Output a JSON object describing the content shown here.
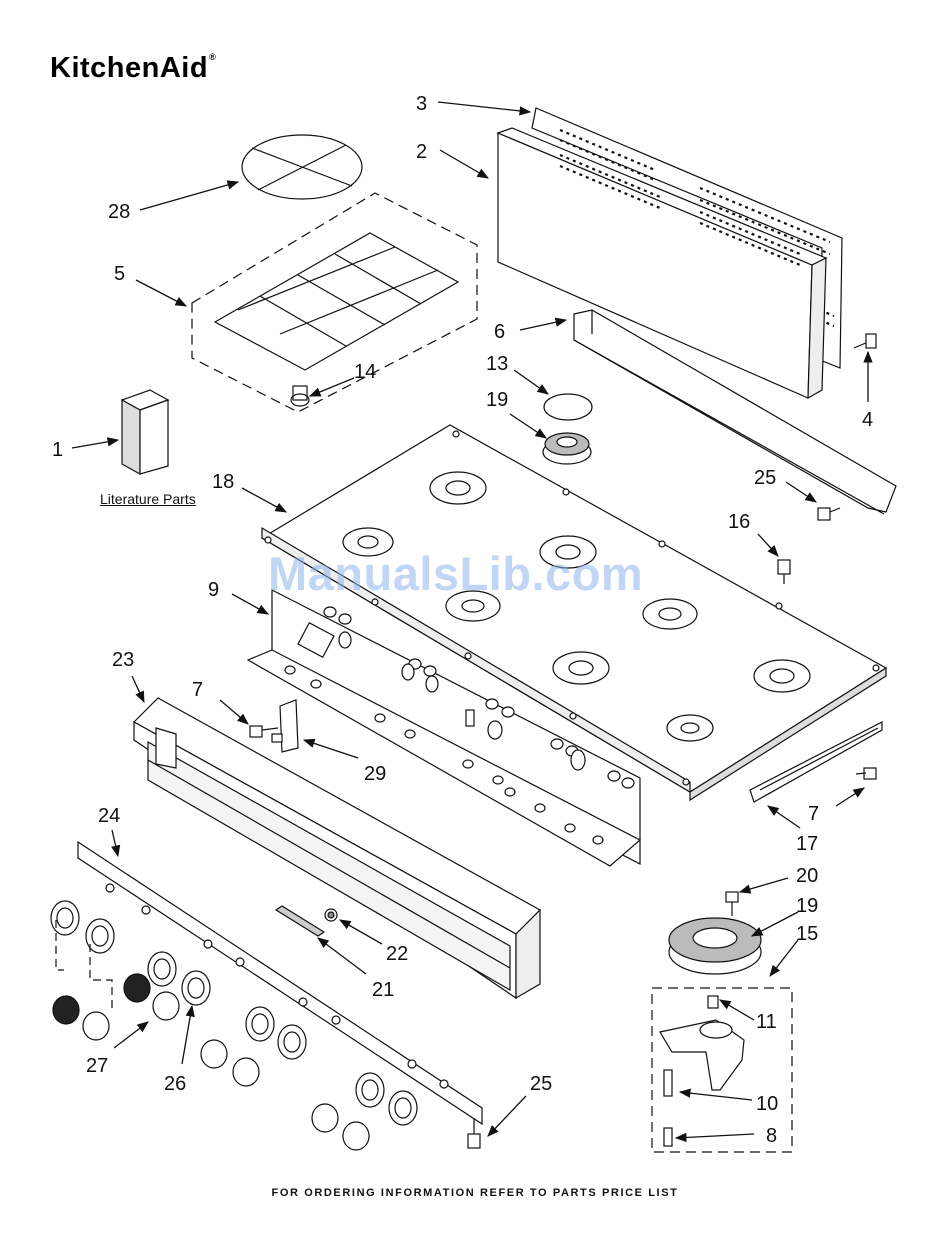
{
  "header": {
    "brand": "KitchenAid",
    "brand_mark": "®"
  },
  "literature_label": "Literature Parts",
  "watermark": "ManualsLib.com",
  "footer": "FOR ORDERING INFORMATION REFER TO PARTS PRICE LIST",
  "callouts": {
    "c1": "1",
    "c2": "2",
    "c3": "3",
    "c4": "4",
    "c5": "5",
    "c6": "6",
    "c7a": "7",
    "c7b": "7",
    "c8": "8",
    "c9": "9",
    "c10": "10",
    "c11": "11",
    "c13": "13",
    "c14": "14",
    "c15": "15",
    "c16": "16",
    "c17": "17",
    "c18": "18",
    "c19a": "19",
    "c19b": "19",
    "c20": "20",
    "c21": "21",
    "c22": "22",
    "c23": "23",
    "c24": "24",
    "c25a": "25",
    "c25b": "25",
    "c26": "26",
    "c27": "27",
    "c28": "28",
    "c29": "29"
  },
  "colors": {
    "line": "#111111",
    "watermark": "#8fb5ee"
  }
}
